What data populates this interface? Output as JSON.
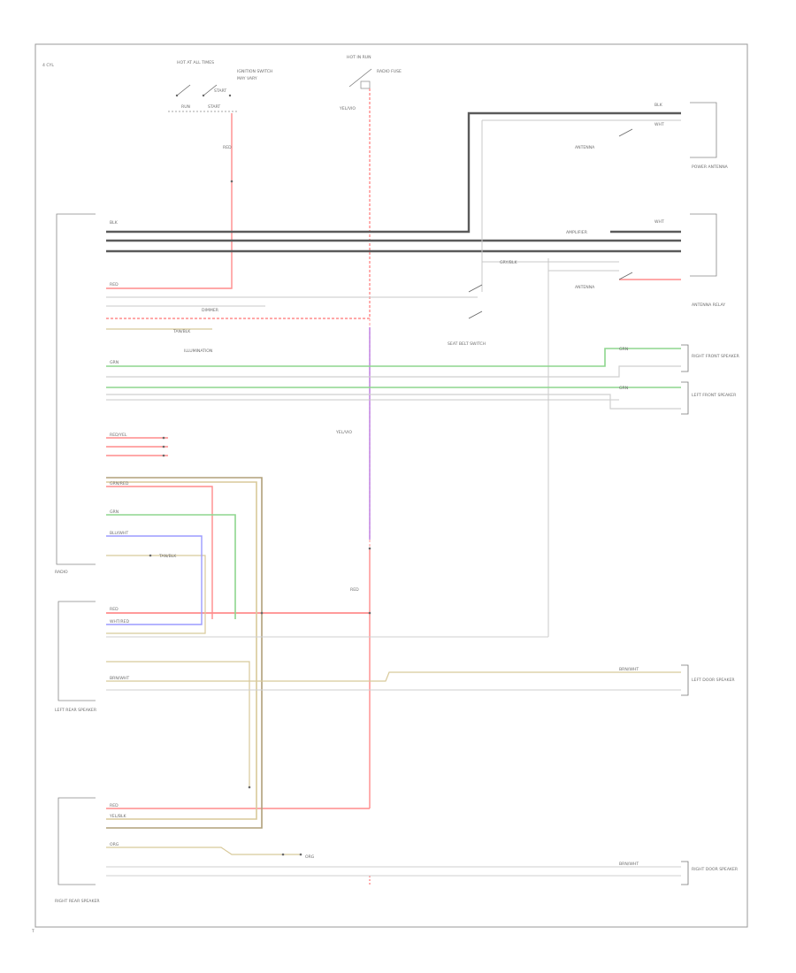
{
  "header": {
    "system": "4 CYL"
  },
  "footer": {
    "code": "T"
  },
  "colors": {
    "red": "#ff8c8c",
    "black": "#555555",
    "green": "#8ed68e",
    "purple": "#c58ee8",
    "tan": "#d8c99a",
    "blue": "#9b9bff",
    "white": "#d0d0d0",
    "brown": "#b0a07a"
  },
  "switch_top": {
    "title": "HOT AT ALL TIMES",
    "name": "IGNITION SWITCH",
    "extra": "MAY VARY",
    "pos1": "RUN",
    "pos2": "START"
  },
  "power_top": {
    "title": "HOT IN RUN",
    "name": "RADIO FUSE",
    "wire": "YEL/VIO"
  },
  "right_top": {
    "label": "ANTENNA",
    "caption": "POWER ANTENNA"
  },
  "right_mid": {
    "caption": "ANTENNA RELAY",
    "amp": "AMPLIFIER",
    "ground": "GRY/BLK"
  },
  "switch_mid": {
    "name": "SEAT BELT SWITCH"
  },
  "dimmer": {
    "caption": "DIMMER"
  },
  "illum": {
    "caption": "ILLUMINATION"
  },
  "left_rear": {
    "caption": "LEFT FRONT SPEAKER"
  },
  "right_rear": {
    "caption": "RIGHT FRONT SPEAKER"
  },
  "radio": {
    "caption": "RADIO"
  },
  "left_amp": {
    "caption": "LEFT REAR SPEAKER"
  },
  "left_door": {
    "caption": "LEFT DOOR SPEAKER"
  },
  "right_amp": {
    "caption": "RIGHT REAR SPEAKER"
  },
  "right_door": {
    "caption": "RIGHT DOOR SPEAKER"
  },
  "wires": {
    "red": "RED",
    "blk": "BLK",
    "wht": "WHT",
    "grn": "GRN",
    "yel_vio": "YEL/VIO",
    "grn_red": "GRN/RED",
    "wht_red": "WHT/RED",
    "blu_wht": "BLU/WHT",
    "tan_blk": "TAN/BLK",
    "brn_wht": "BRN/WHT",
    "yel_blk": "YEL/BLK",
    "red_yel": "RED/YEL",
    "org": "ORG"
  }
}
